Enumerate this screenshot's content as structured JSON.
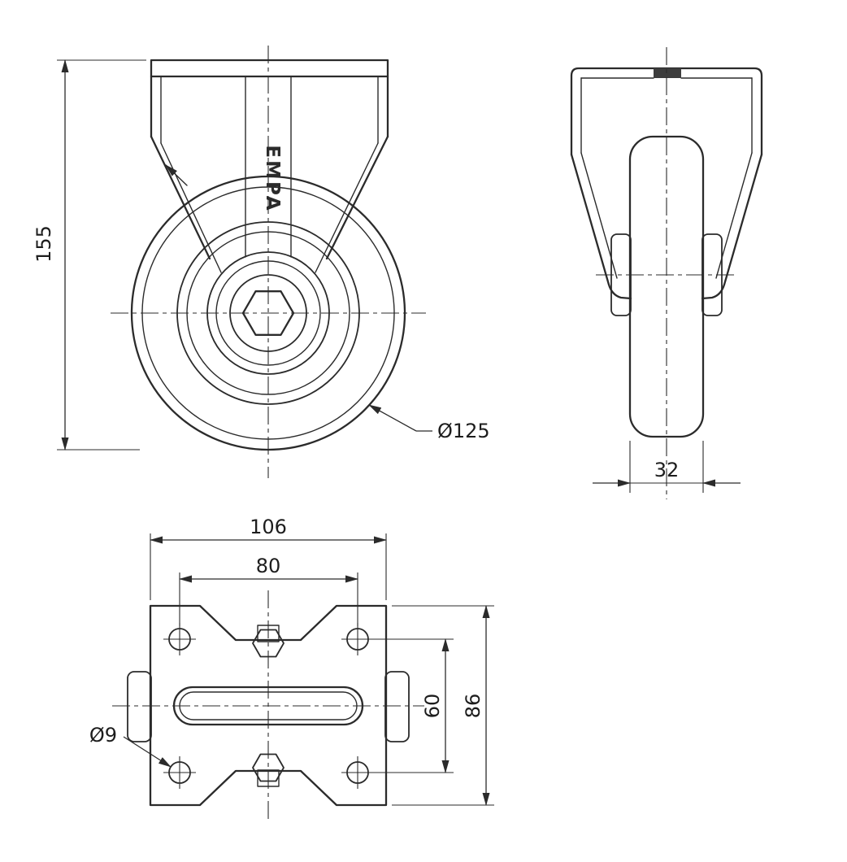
{
  "drawing": {
    "type": "technical-drawing",
    "subject": "Fixed plate caster wheel, three-view dimensioned drawing",
    "line_color": "#2b2b2b",
    "background_color": "#ffffff"
  },
  "front_view": {
    "name": "front-view",
    "overall_height": "155",
    "wheel_diameter": "Ø125",
    "brand_logo": "EMPA"
  },
  "side_view": {
    "name": "side-view",
    "wheel_width": "32"
  },
  "top_view": {
    "name": "top-plate-view",
    "plate_width": "106",
    "bolt_spacing_width": "80",
    "bolt_spacing_depth": "60",
    "plate_depth": "86",
    "hole_diameter": "Ø9"
  }
}
